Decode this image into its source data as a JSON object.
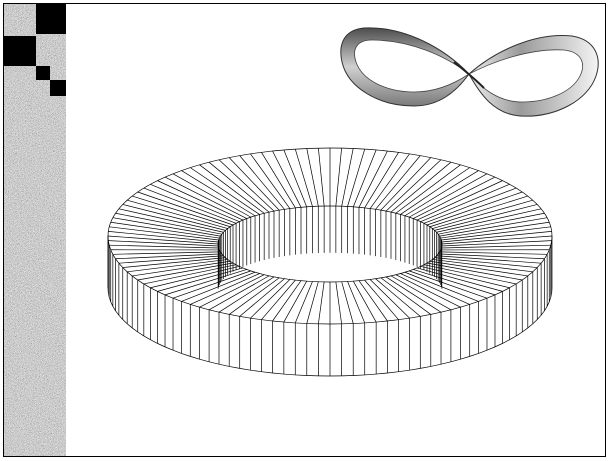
{
  "slide": {
    "sidebar": {
      "texture": "granite-noise",
      "base_color": "#9a9a9a"
    },
    "corner_blocks": {
      "color": "#000000",
      "shape": "staircase"
    },
    "infinity_band": {
      "icon": "mobius-infinity-band",
      "shade_dark": "#555555",
      "shade_light": "#f2f2f2"
    },
    "ring": {
      "icon": "wireframe-annular-ring",
      "stroke": "#000000",
      "fill": "#ffffff",
      "segments": 120
    }
  }
}
